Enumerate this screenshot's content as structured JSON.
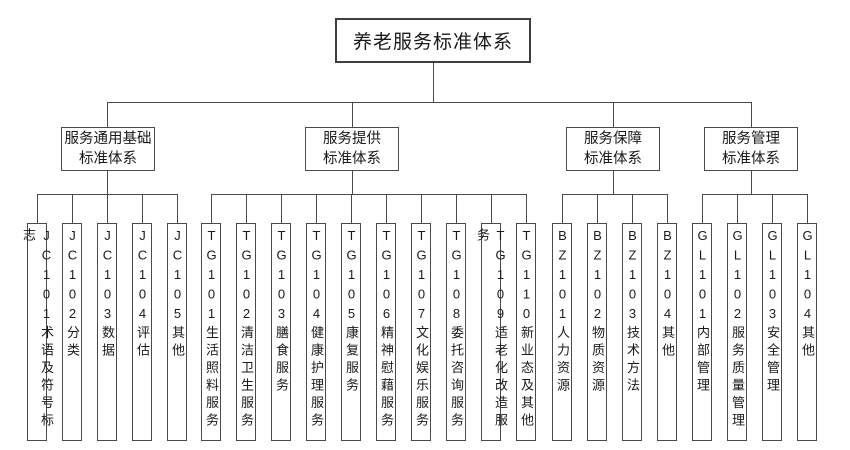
{
  "root": {
    "label": "养老服务标准体系"
  },
  "branches": [
    {
      "label": "服务通用基础\n标准体系",
      "children": [
        {
          "label": "JC101术语及符号标志"
        },
        {
          "label": "JC102分类"
        },
        {
          "label": "JC103数据"
        },
        {
          "label": "JC104评估"
        },
        {
          "label": "JC105其他"
        }
      ]
    },
    {
      "label": "服务提供\n标准体系",
      "children": [
        {
          "label": "TG101生活照料服务"
        },
        {
          "label": "TG102清洁卫生服务"
        },
        {
          "label": "TG103膳食服务"
        },
        {
          "label": "TG104健康护理服务"
        },
        {
          "label": "TG105康复服务"
        },
        {
          "label": "TG106精神慰藉服务"
        },
        {
          "label": "TG107文化娱乐服务"
        },
        {
          "label": "TG108委托咨询服务"
        },
        {
          "label": "TG109适老化改造服务"
        },
        {
          "label": "TG110新业态及其他"
        }
      ]
    },
    {
      "label": "服务保障\n标准体系",
      "children": [
        {
          "label": "BZ101人力资源"
        },
        {
          "label": "BZ102物质资源"
        },
        {
          "label": "BZ103技术方法"
        },
        {
          "label": "BZ104其他"
        }
      ]
    },
    {
      "label": "服务管理\n标准体系",
      "children": [
        {
          "label": "GL101内部管理"
        },
        {
          "label": "GL102服务质量管理"
        },
        {
          "label": "GL103安全管理"
        },
        {
          "label": "GL104其他"
        }
      ]
    }
  ],
  "colors": {
    "line": "#4a4a4a",
    "text": "#1a1a1a",
    "background": "#ffffff"
  }
}
